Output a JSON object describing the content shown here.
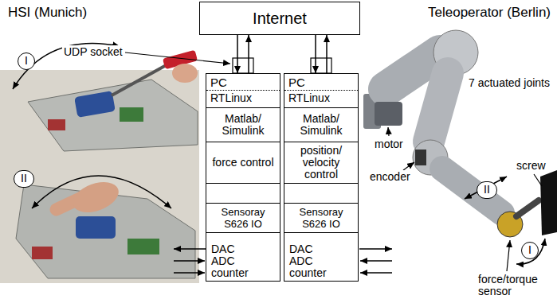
{
  "diagram": {
    "nodes": [
      {
        "text": [
          "Internet"
        ]
      },
      {
        "text": [
          "PC",
          "RTLinux"
        ]
      },
      {
        "text": [
          "Matlab/ Simulink"
        ],
        "in": 1
      },
      {
        "text": [
          "force control"
        ],
        "in": 1
      },
      {
        "text": [
          "Sensoray S626 IO",
          "DAC ADC counter"
        ],
        "in": 1
      },
      {
        "text": [
          "PC",
          "RTLinux"
        ]
      },
      {
        "text": [
          "Matlab/ Simulink"
        ],
        "in": 5
      },
      {
        "text": [
          "position/ velocity control"
        ],
        "in": 5
      },
      {
        "text": [
          "Sensoray S626 IO",
          "DAC ADC counter"
        ],
        "in": 5
      }
    ],
    "edges": [
      {
        "from": 0,
        "to": 1,
        "arrow": "to"
      },
      {
        "from": 1,
        "to": 0,
        "arrow": "to"
      },
      {
        "from": 3,
        "to": 4,
        "arrow": "to"
      },
      {
        "from": 4,
        "to": 3,
        "arrow": "to"
      },
      {
        "from": 0,
        "to": 5,
        "arrow": "to"
      },
      {
        "from": 5,
        "to": 0,
        "arrow": "to"
      },
      {
        "from": 7,
        "to": 8,
        "arrow": "to"
      },
      {
        "from": 8,
        "to": 7,
        "arrow": "to"
      }
    ],
    "labels": [
      "HSI (Munich)",
      "UDP socket",
      "I",
      "II",
      "Teleoperator (Berlin)",
      "7 actuated joints",
      "motor",
      "encoder",
      "screw",
      "II",
      "I",
      "force/torque sensor"
    ]
  }
}
